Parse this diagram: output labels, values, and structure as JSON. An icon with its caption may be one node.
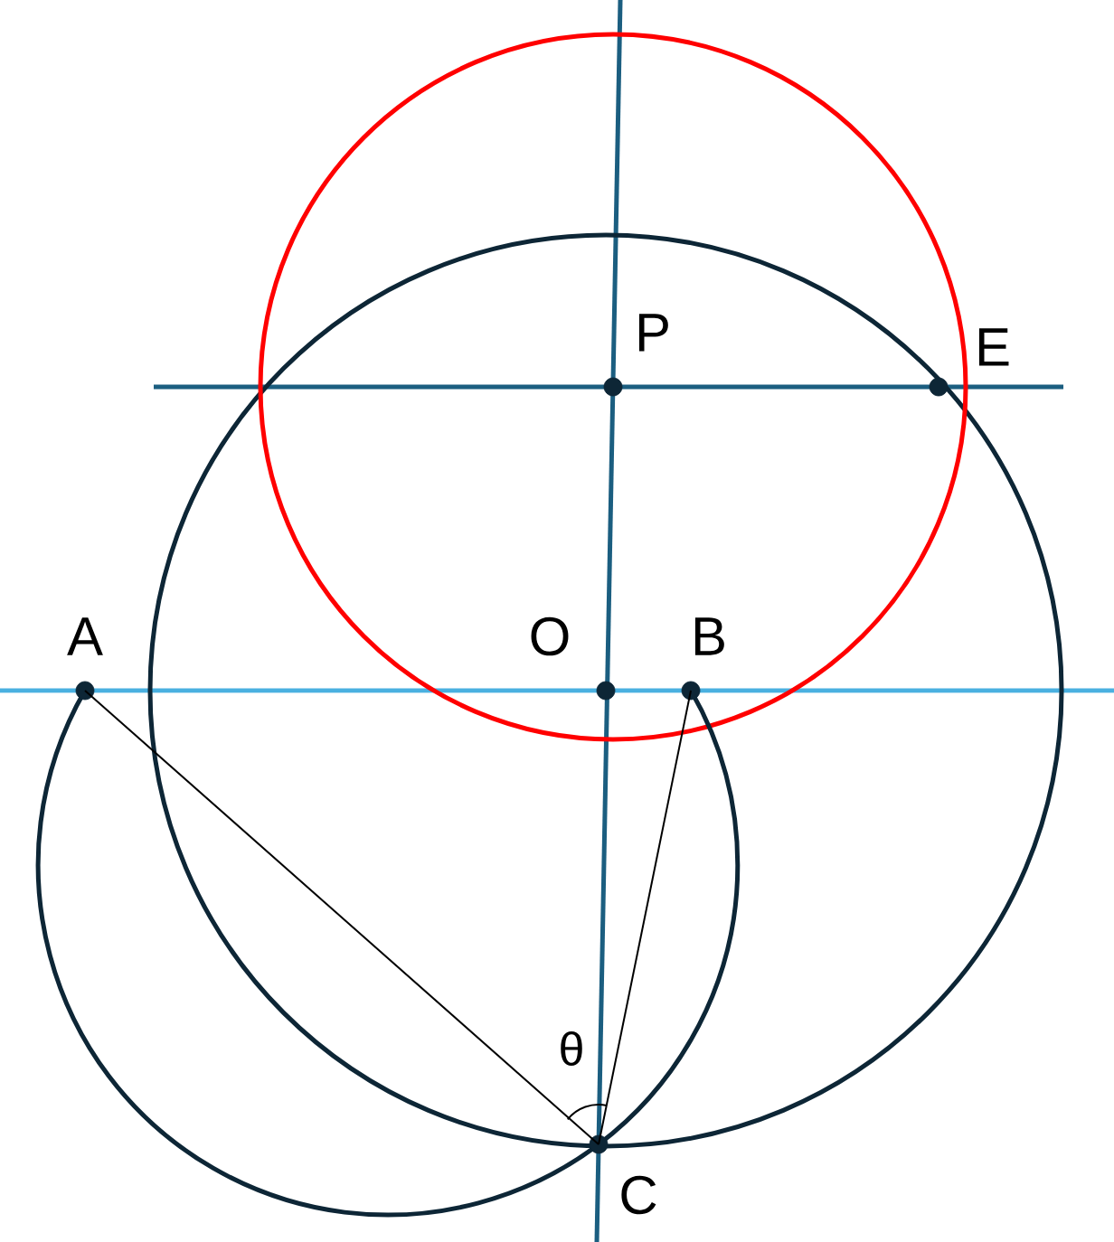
{
  "diagram": {
    "nodes": [
      {
        "text": [],
        "shape": "circle",
        "beside": [
          "P"
        ]
      },
      {
        "text": [],
        "shape": "circle",
        "beside": [
          "E"
        ]
      },
      {
        "text": [],
        "shape": "circle",
        "beside": [
          "A"
        ]
      },
      {
        "text": [],
        "shape": "circle",
        "beside": [
          "O"
        ]
      },
      {
        "text": [],
        "shape": "circle",
        "beside": [
          "B"
        ]
      },
      {
        "text": [],
        "shape": "circle",
        "beside": [
          "C"
        ]
      }
    ],
    "edges": [
      {
        "from": 2,
        "to": 5,
        "arrow": "none"
      },
      {
        "from": 4,
        "to": 5,
        "arrow": "none"
      }
    ],
    "labels": [
      "θ"
    ]
  }
}
